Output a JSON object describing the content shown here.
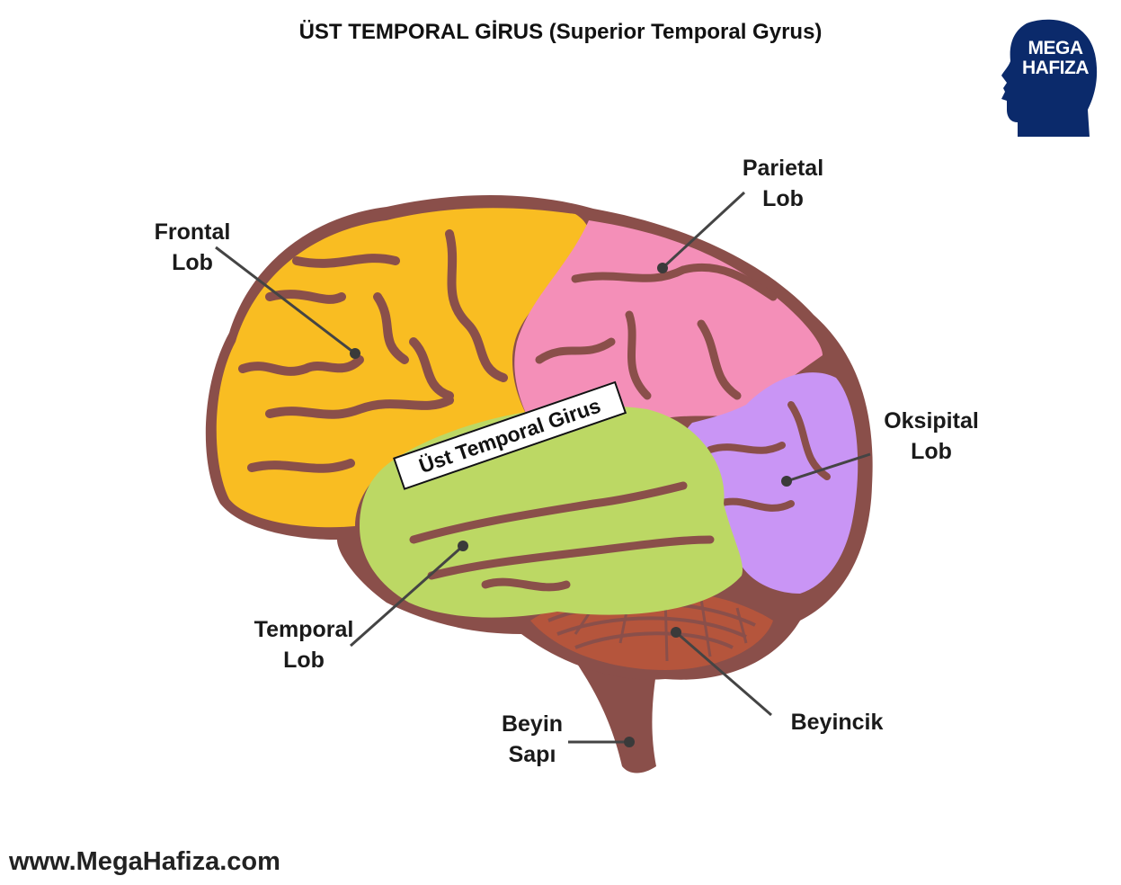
{
  "title": "ÜST TEMPORAL GİRUS (Superior Temporal Gyrus)",
  "logo": {
    "line1": "MEGA",
    "line2": "HAFIZA",
    "color": "#0b2a6b"
  },
  "labels": {
    "frontal_line1": "Frontal",
    "frontal_line2": "Lob",
    "parietal_line1": "Parietal",
    "parietal_line2": "Lob",
    "occipital_line1": "Oksipital",
    "occipital_line2": "Lob",
    "temporal_line1": "Temporal",
    "temporal_line2": "Lob",
    "cerebellum": "Beyincik",
    "brainstem_line1": "Beyin",
    "brainstem_line2": "Sapı",
    "superior_temporal_gyrus": "Üst Temporal Girus"
  },
  "colors": {
    "outline": "#8a4f4a",
    "frontal": "#f9bd22",
    "parietal": "#f48fb8",
    "occipital": "#c995f5",
    "temporal": "#bcd864",
    "cerebellum": "#b5553c",
    "brainstem": "#8a4f4a"
  },
  "website": "www.MegaHafiza.com"
}
